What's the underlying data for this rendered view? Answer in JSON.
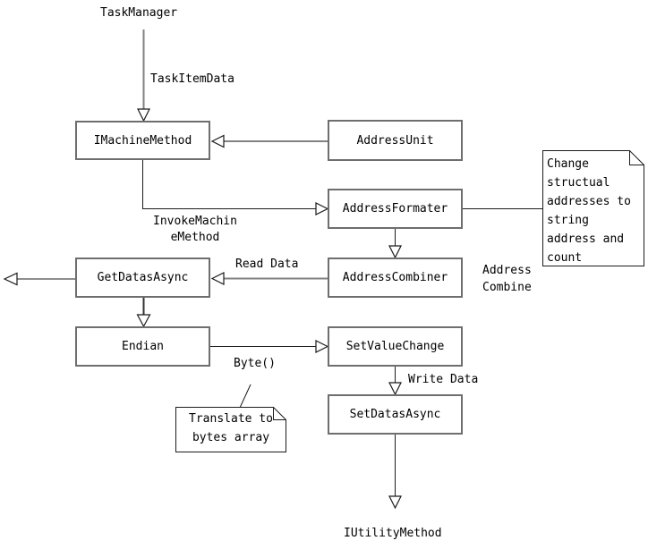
{
  "colors": {
    "background": "#ffffff",
    "box_border": "#6e6e6e",
    "line_black": "#1c1c1c",
    "line_gray": "#828282",
    "text": "#000000"
  },
  "nodes": {
    "imachinemethod": {
      "label": "IMachineMethod"
    },
    "addressunit": {
      "label": "AddressUnit"
    },
    "addressformater": {
      "label": "AddressFormater"
    },
    "getdatasasync": {
      "label": "GetDatasAsync"
    },
    "addresscombiner": {
      "label": "AddressCombiner"
    },
    "endian": {
      "label": "Endian"
    },
    "setvaluechange": {
      "label": "SetValueChange"
    },
    "setdatasasync": {
      "label": "SetDatasAsync"
    }
  },
  "endpoint_labels": {
    "task_manager": "TaskManager",
    "iutility_method": "IUtilityMethod"
  },
  "edge_labels": {
    "task_item_data": "TaskItemData",
    "invoke_machine_method": "InvokeMachin\neMethod",
    "read_data": "Read Data",
    "address_combine": "Address\nCombine",
    "byte": "Byte()",
    "write_data": "Write Data"
  },
  "notes": {
    "change_addresses": {
      "text": "Change\nstructual\naddresses to\nstring\naddress and\ncount"
    },
    "translate_bytes": {
      "text": "Translate to\nbytes array"
    }
  }
}
